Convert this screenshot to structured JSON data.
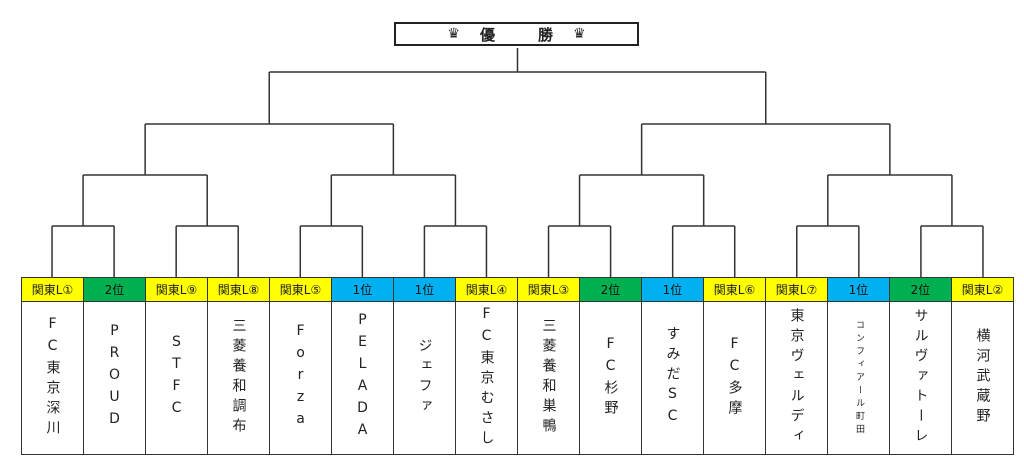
{
  "title": {
    "text": "優　勝",
    "crown_left": "♛",
    "crown_right": "♛"
  },
  "teams": [
    {
      "seed": "関東L①",
      "seed_color": "yellow",
      "name": "FC東京深川"
    },
    {
      "seed": "2位",
      "seed_color": "green",
      "name": "PROUD"
    },
    {
      "seed": "関東L⑨",
      "seed_color": "yellow",
      "name": "STFC"
    },
    {
      "seed": "関東L⑧",
      "seed_color": "yellow",
      "name": "三菱養和調布"
    },
    {
      "seed": "関東L⑤",
      "seed_color": "yellow",
      "name": "Forza"
    },
    {
      "seed": "1位",
      "seed_color": "blue",
      "name": "PELADA"
    },
    {
      "seed": "1位",
      "seed_color": "blue",
      "name": "ジェファ"
    },
    {
      "seed": "関東L④",
      "seed_color": "yellow",
      "name": "FC東京むさし"
    },
    {
      "seed": "関東L③",
      "seed_color": "yellow",
      "name": "三菱養和巣鴨"
    },
    {
      "seed": "2位",
      "seed_color": "green",
      "name": "FC杉野"
    },
    {
      "seed": "1位",
      "seed_color": "blue",
      "name": "すみだSC"
    },
    {
      "seed": "関東L⑥",
      "seed_color": "yellow",
      "name": "FC多摩"
    },
    {
      "seed": "関東L⑦",
      "seed_color": "yellow",
      "name": "東京ヴェルディ"
    },
    {
      "seed": "1位",
      "seed_color": "blue",
      "name": "コンフィアール町田"
    },
    {
      "seed": "2位",
      "seed_color": "green",
      "name": "サルヴァトーレ"
    },
    {
      "seed": "関東L②",
      "seed_color": "yellow",
      "name": "横河武蔵野"
    }
  ]
}
